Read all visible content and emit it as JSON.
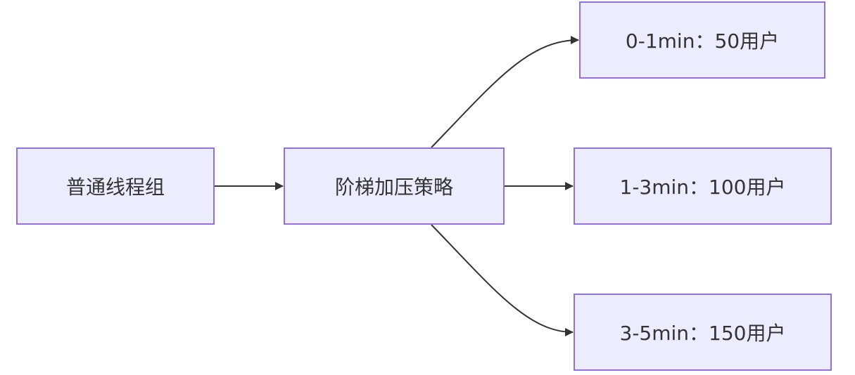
{
  "nodes": {
    "thread_group": "普通线程组",
    "stepping_strategy": "阶梯加压策略",
    "stage_1": "0-1min：50用户",
    "stage_2": "1-3min：100用户",
    "stage_3": "3-5min：150用户"
  },
  "edges": [
    {
      "from": "thread_group",
      "to": "stepping_strategy"
    },
    {
      "from": "stepping_strategy",
      "to": "stage_1"
    },
    {
      "from": "stepping_strategy",
      "to": "stage_2"
    },
    {
      "from": "stepping_strategy",
      "to": "stage_3"
    }
  ],
  "colors": {
    "node_fill": "#ececff",
    "node_border": "#9370db",
    "edge": "#333333",
    "text": "#333333"
  }
}
